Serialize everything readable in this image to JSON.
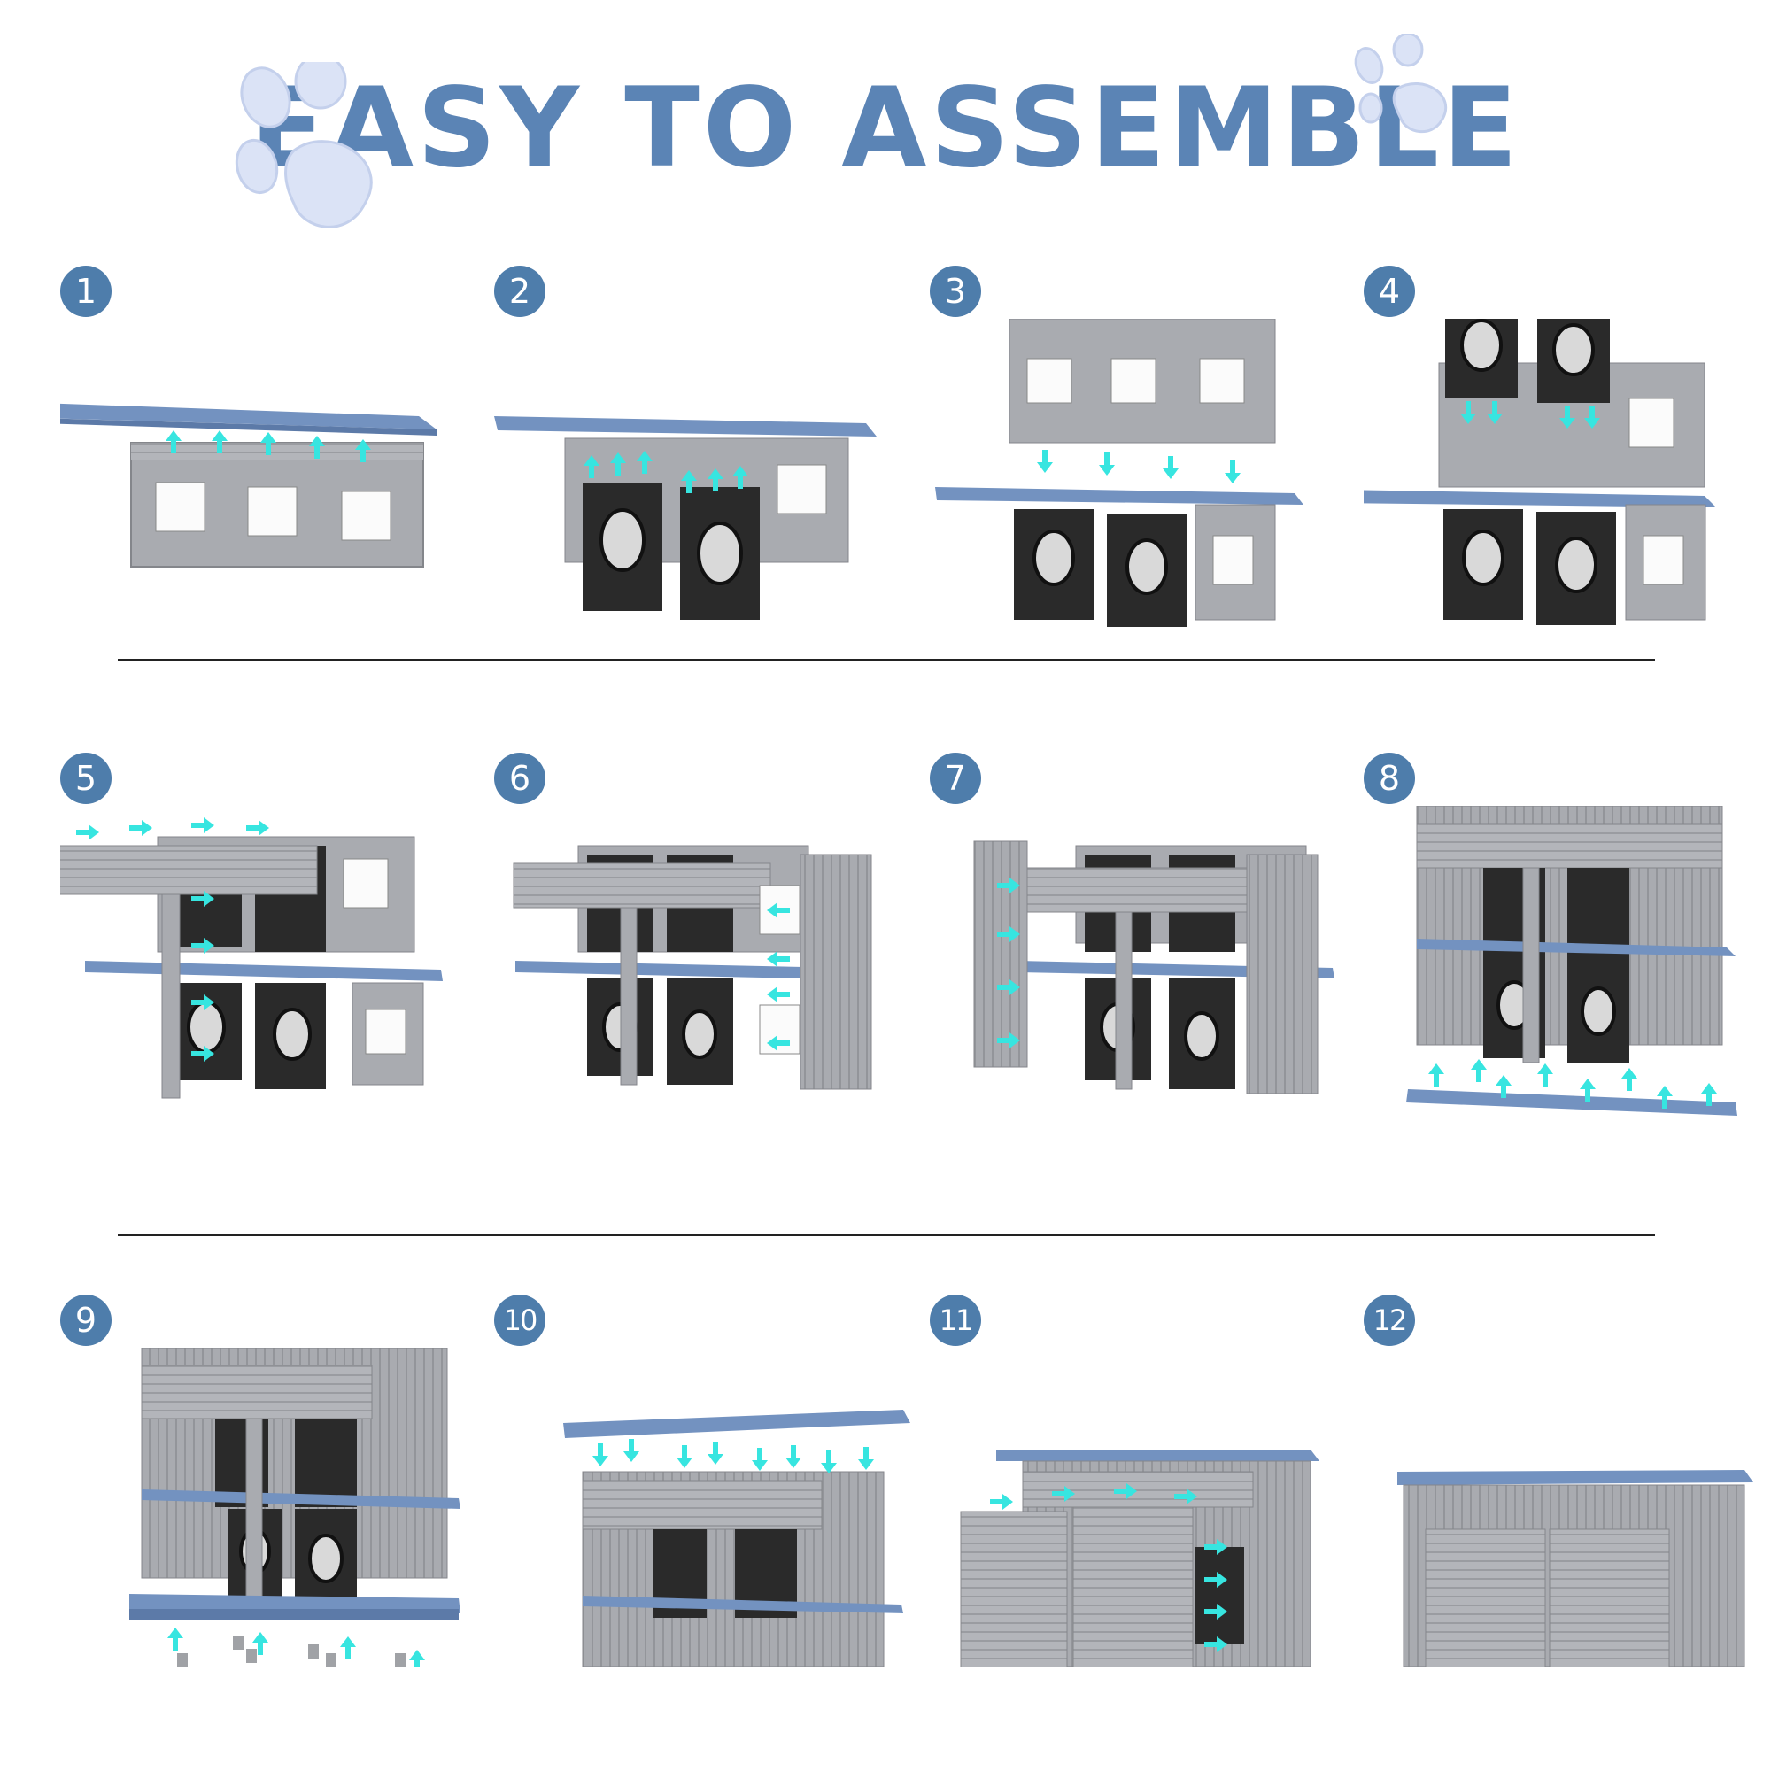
{
  "header": {
    "title": "EASY TO ASSEMBLE"
  },
  "colors": {
    "title": "#5b84b5",
    "badge": "#4e7dab",
    "panel_blue": "#7392c0",
    "panel_grey": "#a7a9ae",
    "panel_black": "#2a2a2a",
    "arrow": "#37e5e0"
  },
  "steps": [
    {
      "number": "1"
    },
    {
      "number": "2"
    },
    {
      "number": "3"
    },
    {
      "number": "4"
    },
    {
      "number": "5"
    },
    {
      "number": "6"
    },
    {
      "number": "7"
    },
    {
      "number": "8"
    },
    {
      "number": "9"
    },
    {
      "number": "10"
    },
    {
      "number": "11"
    },
    {
      "number": "12"
    }
  ]
}
